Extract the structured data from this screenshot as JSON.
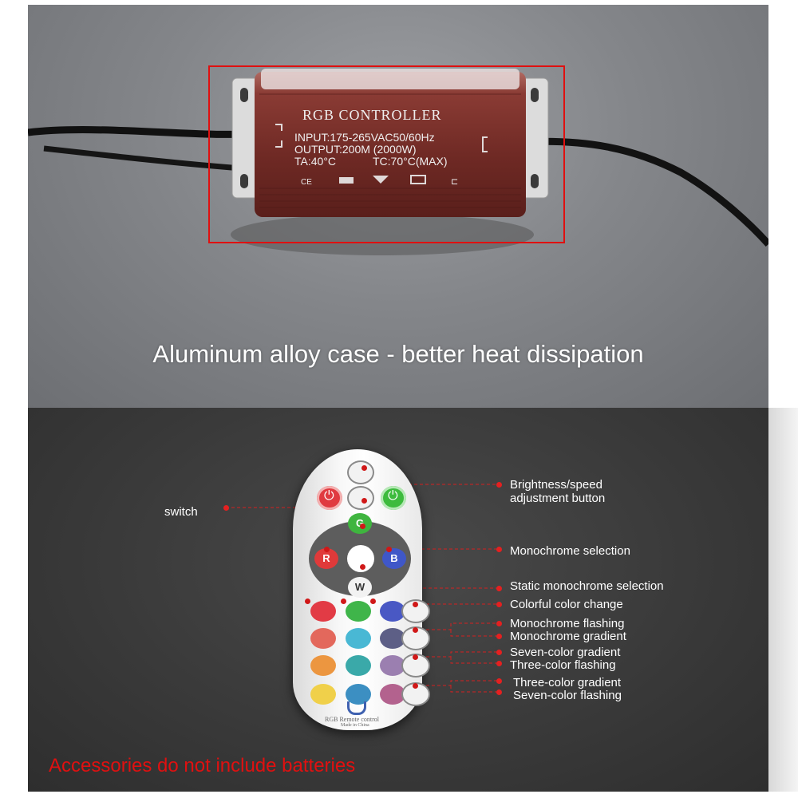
{
  "top": {
    "controller_title": "RGB  CONTROLLER",
    "controller_input": "INPUT:175-265VAC50/60Hz",
    "controller_output": "OUTPUT:200M  (2000W)",
    "controller_ta": "TA:40°C",
    "controller_tc": "TC:70°C(MAX)",
    "caption": "Aluminum alloy case - better heat dissipation"
  },
  "remote": {
    "brand_text": "RGB Remote control",
    "made_in": "Made in China",
    "letters": {
      "g": "G",
      "r": "R",
      "b": "B",
      "w": "W"
    }
  },
  "labels": {
    "switch": "switch",
    "brightness_line1": "Brightness/speed",
    "brightness_line2": "adjustment button",
    "monochrome_selection": "Monochrome selection",
    "static_monochrome": "Static monochrome selection",
    "colorful_change": "Colorful color change",
    "mono_flashing": "Monochrome flashing",
    "mono_gradient": "Monochrome gradient",
    "seven_gradient": "Seven-color gradient",
    "three_flashing": "Three-color flashing",
    "three_gradient": "Three-color gradient",
    "seven_flashing": "Seven-color flashing"
  },
  "battery_note": "Accessories do not include batteries",
  "colors": {
    "accent_red": "#e52020",
    "frame_red": "#e01010",
    "controller_body": "#7a2f2a"
  }
}
